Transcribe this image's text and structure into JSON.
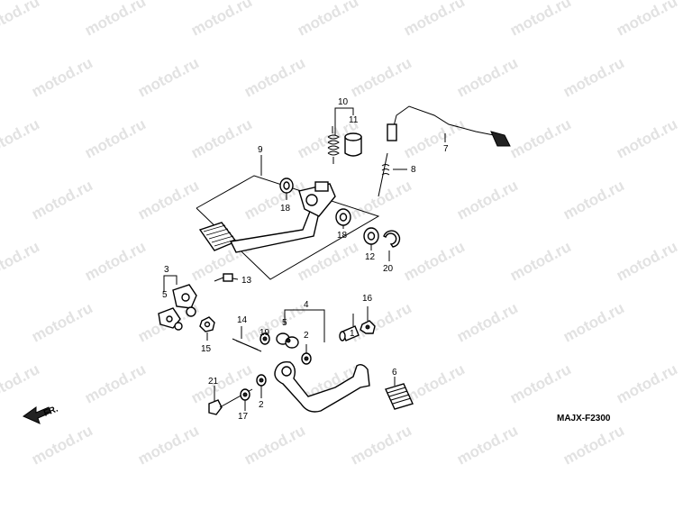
{
  "diagram": {
    "code": "MAJX-F2300",
    "front_label": "FR.",
    "watermark": "motod.ru",
    "callouts": [
      {
        "id": "c1",
        "text": "1"
      },
      {
        "id": "c2a",
        "text": "2"
      },
      {
        "id": "c2b",
        "text": "2"
      },
      {
        "id": "c3",
        "text": "3"
      },
      {
        "id": "c4",
        "text": "4"
      },
      {
        "id": "c5a",
        "text": "5"
      },
      {
        "id": "c5b",
        "text": "5"
      },
      {
        "id": "c6",
        "text": "6"
      },
      {
        "id": "c7",
        "text": "7"
      },
      {
        "id": "c8",
        "text": "8"
      },
      {
        "id": "c9",
        "text": "9"
      },
      {
        "id": "c10",
        "text": "10"
      },
      {
        "id": "c11",
        "text": "11"
      },
      {
        "id": "c12",
        "text": "12"
      },
      {
        "id": "c13",
        "text": "13"
      },
      {
        "id": "c14",
        "text": "14"
      },
      {
        "id": "c15",
        "text": "15"
      },
      {
        "id": "c16",
        "text": "16"
      },
      {
        "id": "c17",
        "text": "17"
      },
      {
        "id": "c18a",
        "text": "18"
      },
      {
        "id": "c18b",
        "text": "18"
      },
      {
        "id": "c19",
        "text": "19"
      },
      {
        "id": "c20",
        "text": "20"
      },
      {
        "id": "c21",
        "text": "21"
      }
    ]
  }
}
